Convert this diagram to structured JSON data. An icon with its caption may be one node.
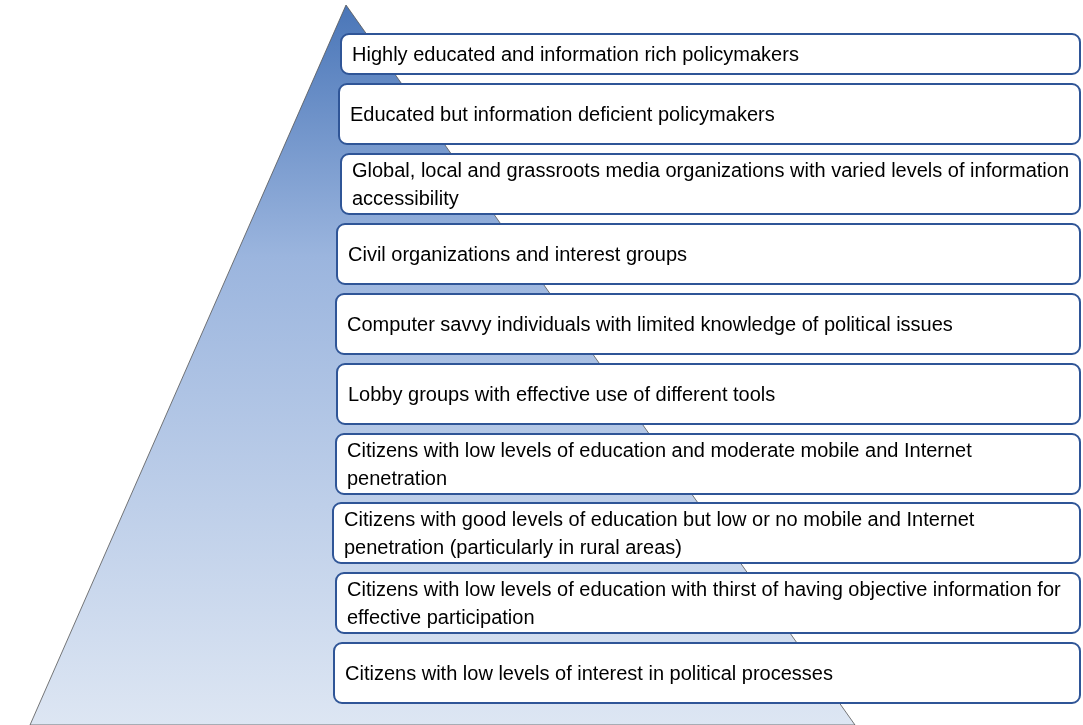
{
  "diagram": {
    "nodes": [
      {
        "text": [
          "Highly educated and information rich policymakers"
        ]
      },
      {
        "text": [
          "Educated but information deficient policymakers"
        ]
      },
      {
        "text": [
          "Global, local and grassroots media organizations with varied levels of information accessibility"
        ]
      },
      {
        "text": [
          "Civil organizations and interest groups"
        ]
      },
      {
        "text": [
          "Computer savvy individuals with limited knowledge of political issues"
        ]
      },
      {
        "text": [
          "Lobby groups with effective use of different tools"
        ]
      },
      {
        "text": [
          "Citizens with low levels of education and moderate mobile and Internet penetration"
        ]
      },
      {
        "text": [
          "Citizens with good levels of education but low or no mobile and Internet penetration (particularly in rural areas)"
        ]
      },
      {
        "text": [
          "Citizens with low levels of education with thirst of having objective information for effective participation"
        ]
      },
      {
        "text": [
          "Citizens with low levels of interest in political processes"
        ]
      }
    ]
  }
}
